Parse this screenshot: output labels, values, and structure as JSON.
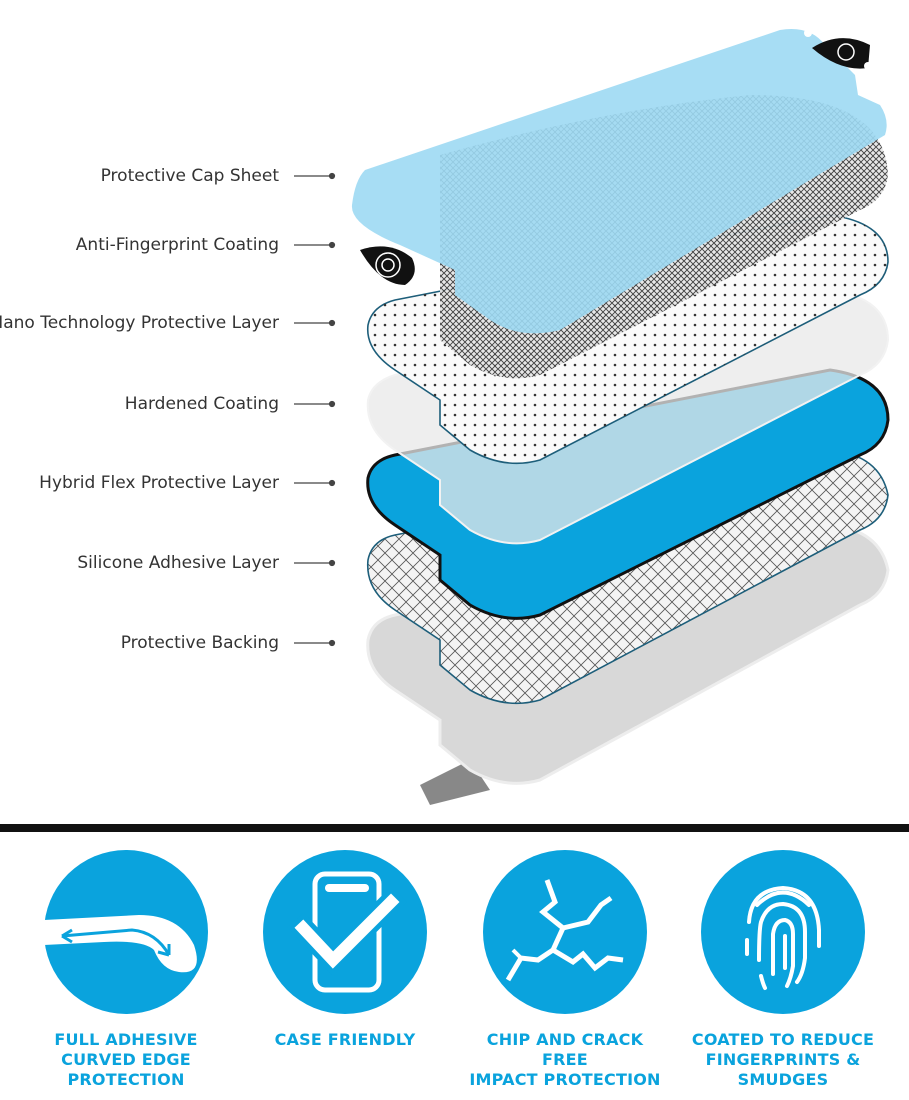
{
  "colors": {
    "accent": "#0aa3dd",
    "cap_sheet": "#9dd9f3",
    "flex_layer": "#0aa3dd",
    "divider": "#111111",
    "label_text": "#333333"
  },
  "layers": [
    {
      "label": "Protective Cap Sheet"
    },
    {
      "label": "Anti-Fingerprint Coating"
    },
    {
      "label": "Nano Technology Protective Layer"
    },
    {
      "label": "Hardened Coating"
    },
    {
      "label": "Hybrid Flex Protective Layer"
    },
    {
      "label": "Silicone Adhesive Layer"
    },
    {
      "label": "Protective Backing"
    }
  ],
  "features": [
    {
      "icon": "curved-edge-arrow-icon",
      "caption_lines": [
        "FULL ADHESIVE",
        "CURVED EDGE",
        "PROTECTION"
      ]
    },
    {
      "icon": "phone-check-icon",
      "caption_lines": [
        "CASE FRIENDLY"
      ]
    },
    {
      "icon": "cracked-glass-icon",
      "caption_lines": [
        "CHIP AND CRACK FREE",
        "IMPACT PROTECTION"
      ]
    },
    {
      "icon": "fingerprint-icon",
      "caption_lines": [
        "COATED TO REDUCE",
        "FINGERPRINTS &",
        "SMUDGES"
      ]
    }
  ]
}
